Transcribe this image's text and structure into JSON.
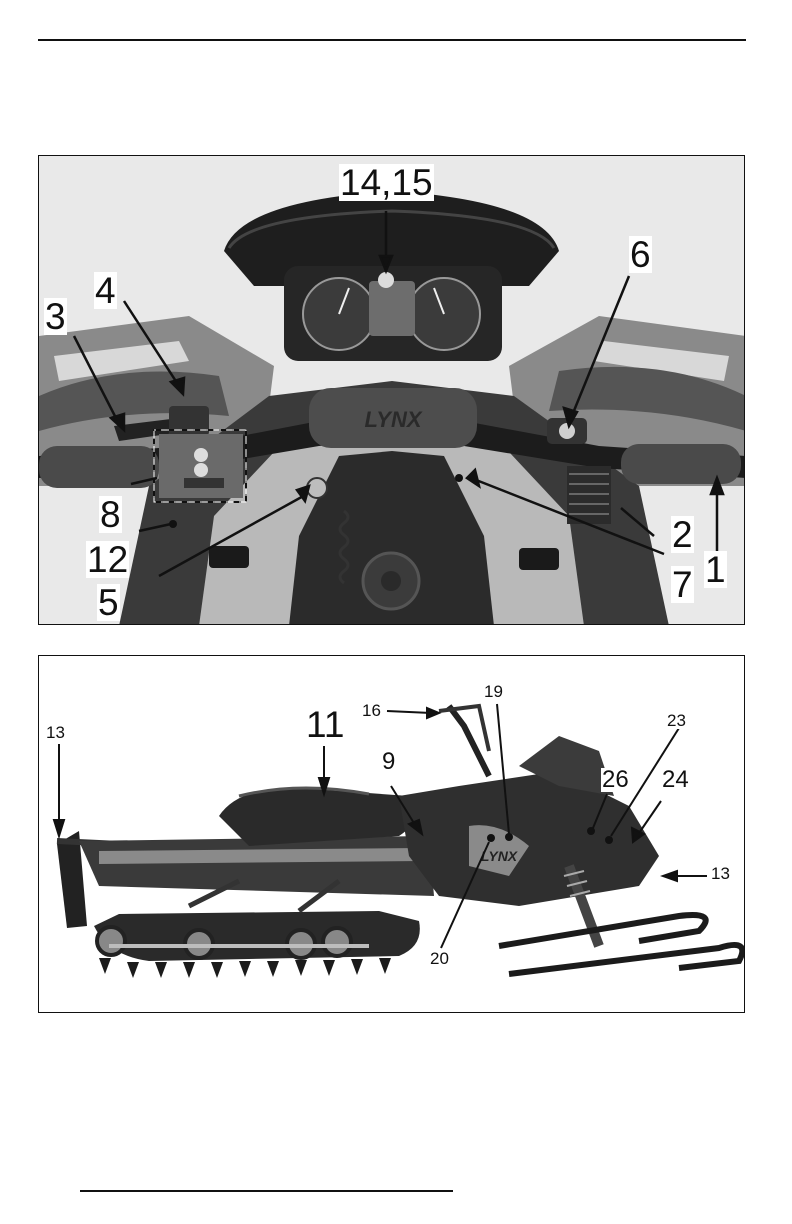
{
  "figure_top": {
    "callouts": {
      "c1415": "14,15",
      "c3": "3",
      "c4": "4",
      "c6": "6",
      "c8": "8",
      "c12": "12",
      "c5": "5",
      "c2": "2",
      "c1": "1",
      "c7": "7"
    },
    "logo_text": "LYNX"
  },
  "figure_bottom": {
    "callouts": {
      "c13_left": "13",
      "c11": "11",
      "c16": "16",
      "c19": "19",
      "c23": "23",
      "c9": "9",
      "c26": "26",
      "c24": "24",
      "c13_right": "13",
      "c20": "20"
    },
    "logo_text": "LYNX"
  },
  "colors": {
    "ink": "#111111",
    "photo_dark": "#2a2a2a",
    "photo_mid": "#777777",
    "photo_light": "#cfcfcf"
  }
}
